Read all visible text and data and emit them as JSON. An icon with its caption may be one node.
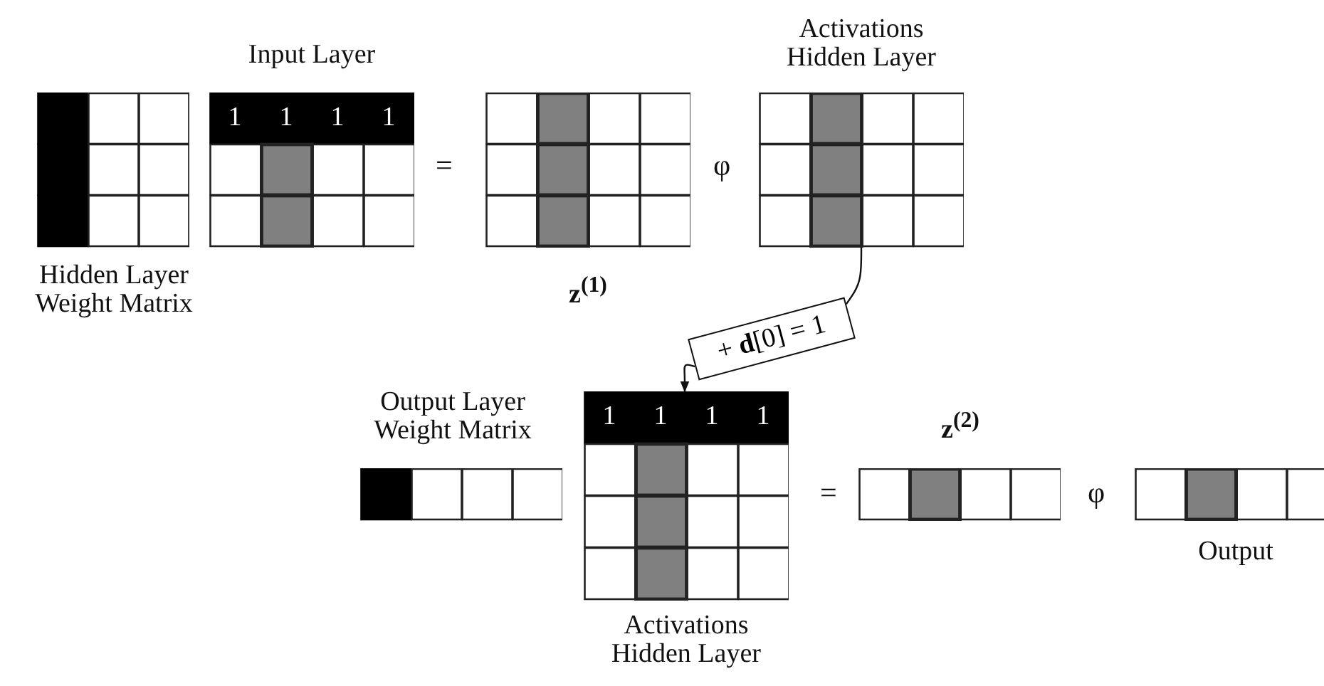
{
  "diagram": {
    "nodes": [
      {
        "text": [
          "Hidden Layer Weight Matrix"
        ]
      },
      {
        "text": [
          "Input Layer",
          "1",
          "1",
          "1",
          "1"
        ]
      },
      {
        "text": [
          "z$^{(1)}$"
        ]
      },
      {
        "text": [
          "Activations Hidden Layer"
        ]
      },
      {
        "text": [
          "+ **d**[0] = 1"
        ]
      },
      {
        "text": [
          "Output Layer Weight Matrix"
        ]
      },
      {
        "text": [
          "1",
          "1",
          "1",
          "1",
          "Activations Hidden Layer"
        ]
      },
      {
        "text": [
          "z$^{(2)}$"
        ]
      },
      {
        "text": [
          "Output"
        ]
      }
    ],
    "edges": [
      {
        "from": 3,
        "to": 4,
        "arrow": "none"
      },
      {
        "from": 4,
        "to": 6,
        "arrow": "to"
      }
    ],
    "labels": [
      "=",
      "φ",
      "=",
      "φ"
    ]
  }
}
